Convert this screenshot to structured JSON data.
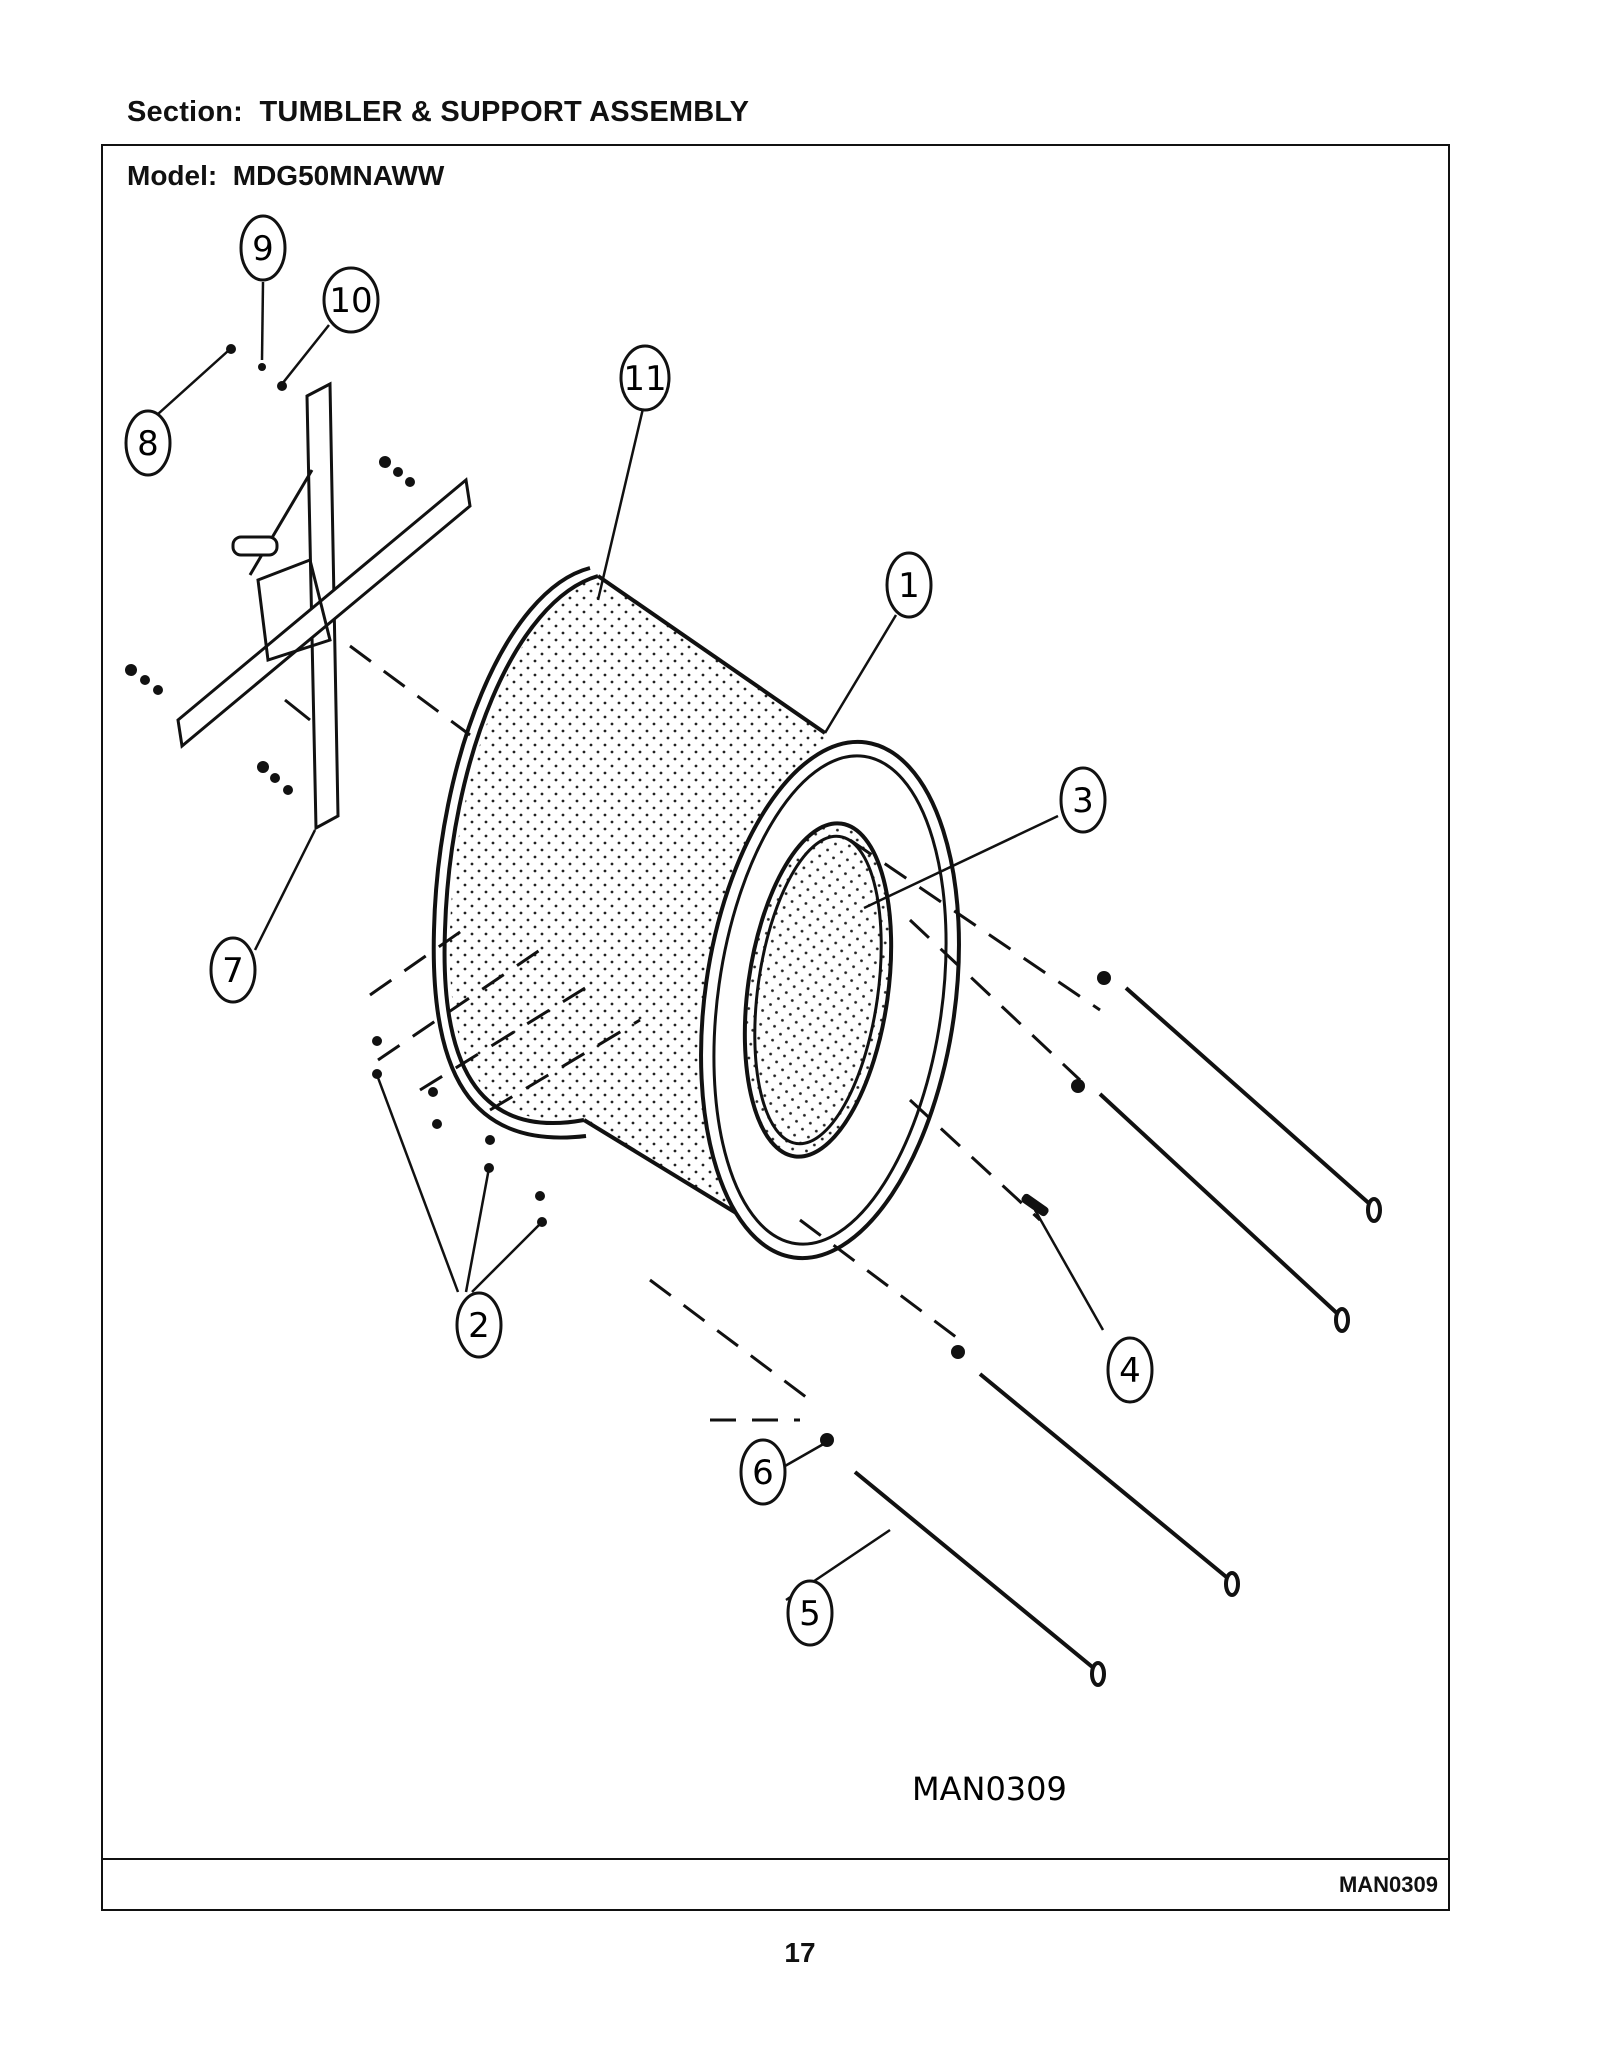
{
  "header": {
    "section": "Section:  TUMBLER & SUPPORT ASSEMBLY",
    "model": "Model:  MDG50MNAWW"
  },
  "diagram": {
    "callouts": [
      "1",
      "2",
      "3",
      "4",
      "5",
      "6",
      "7",
      "8",
      "9",
      "10",
      "11"
    ],
    "drawing_code": "MAN0309"
  },
  "footer": {
    "code": "MAN0309",
    "page_number": "17"
  }
}
